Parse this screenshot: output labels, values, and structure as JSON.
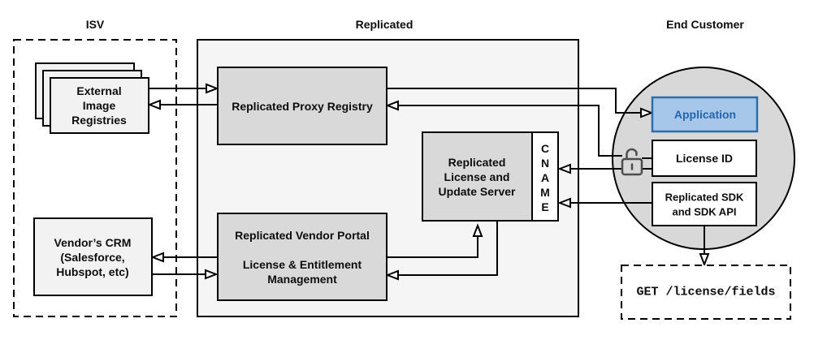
{
  "titles": {
    "isv": "ISV",
    "replicated": "Replicated",
    "end_customer": "End Customer"
  },
  "isv": {
    "registries": {
      "line1": "External",
      "line2": "Image",
      "line3": "Registries"
    },
    "crm": {
      "line1": "Vendor’s CRM",
      "line2": "(Salesforce,",
      "line3": "Hubspot, etc)"
    }
  },
  "replicated": {
    "proxy_registry": "Replicated Proxy Registry",
    "license_server": {
      "line1": "Replicated",
      "line2": "License and",
      "line3": "Update Server"
    },
    "cname": [
      "C",
      "N",
      "A",
      "M",
      "E"
    ],
    "vendor_portal": {
      "line1": "Replicated Vendor Portal",
      "line2": "License & Entitlement",
      "line3": "Management"
    }
  },
  "end_customer": {
    "application": "Application",
    "license_id": "License ID",
    "sdk": {
      "line1": "Replicated SDK",
      "line2": "and SDK API"
    },
    "api_request": "GET /license/fields"
  },
  "icons": {
    "lock": "unlocked-padlock-icon"
  },
  "colors": {
    "application_fill": "#a6c7e9",
    "application_border": "#2e6da6",
    "application_text": "#2465ad",
    "inner_box_gray": "#d9d9d9",
    "panel_gray": "#f5f5f5",
    "light_box_gray": "#f2f2f2",
    "circle_gray": "#d8d8d8",
    "line_black": "#000000"
  }
}
